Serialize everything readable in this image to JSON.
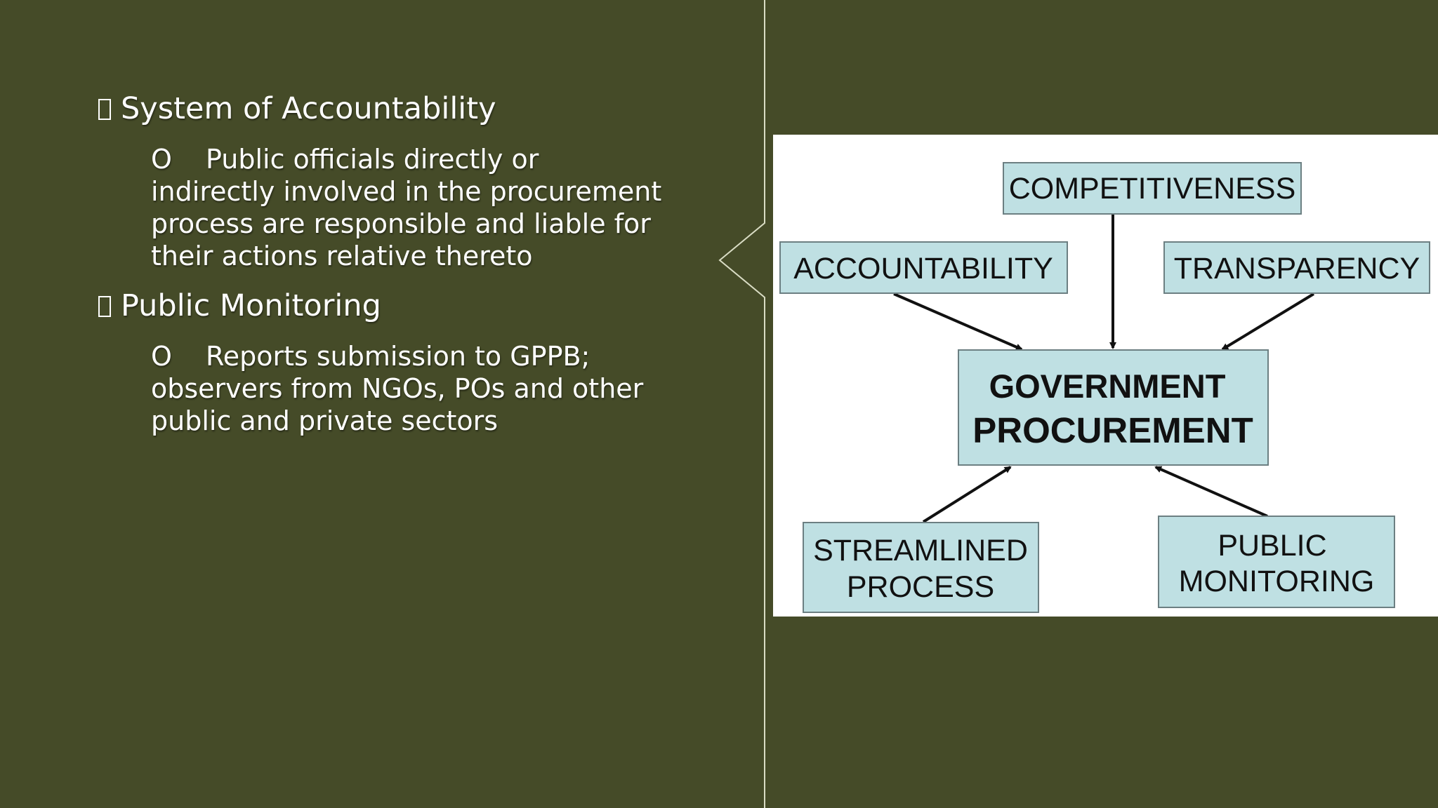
{
  "colors": {
    "background": "#454b28",
    "box_fill": "#bfe0e3",
    "box_stroke": "#6c7f82",
    "text": "#ffffff"
  },
  "bullets": [
    {
      "mark_icon": "square-bullet-icon",
      "heading": "System of Accountability",
      "sub_marker": "O",
      "sub_text": "Public officials directly or indirectly involved in the procurement process are responsible and liable for their actions relative thereto"
    },
    {
      "mark_icon": "square-bullet-icon",
      "heading": "Public Monitoring",
      "sub_marker": "O",
      "sub_text": "Reports submission to GPPB; observers from NGOs, POs and other public and private sectors"
    }
  ],
  "diagram": {
    "center": {
      "line1": "GOVERNMENT",
      "line2": "PROCUREMENT"
    },
    "nodes": {
      "competitiveness": "COMPETITIVENESS",
      "accountability": "ACCOUNTABILITY",
      "transparency": "TRANSPARENCY",
      "streamlined_line1": "STREAMLINED",
      "streamlined_line2": "PROCESS",
      "monitoring_line1": "PUBLIC",
      "monitoring_line2": "MONITORING"
    }
  }
}
